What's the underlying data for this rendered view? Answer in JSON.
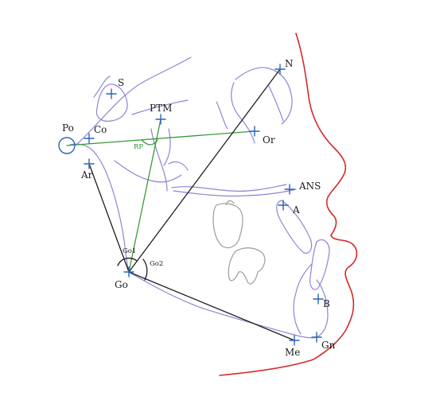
{
  "colors": {
    "anatomy_outline": "#8d86d4",
    "soft_tissue_profile": "#d42a2a",
    "reference_black": "#1e1e1e",
    "reference_green": "#3a9a3a",
    "landmark_cross": "#2a63b8",
    "teeth": "#9c9c9c"
  },
  "landmarks": {
    "S": "S",
    "N": "N",
    "PTM": "PTM",
    "Po": "Po",
    "Co": "Co",
    "Or": "Or",
    "Ar": "Ar",
    "ANS": "ANS",
    "A": "A",
    "Go": "Go",
    "B": "B",
    "Me": "Me",
    "Gn": "Gn"
  },
  "angles": {
    "Go1": "Go1",
    "Go2": "Go2",
    "RP": "RP"
  }
}
